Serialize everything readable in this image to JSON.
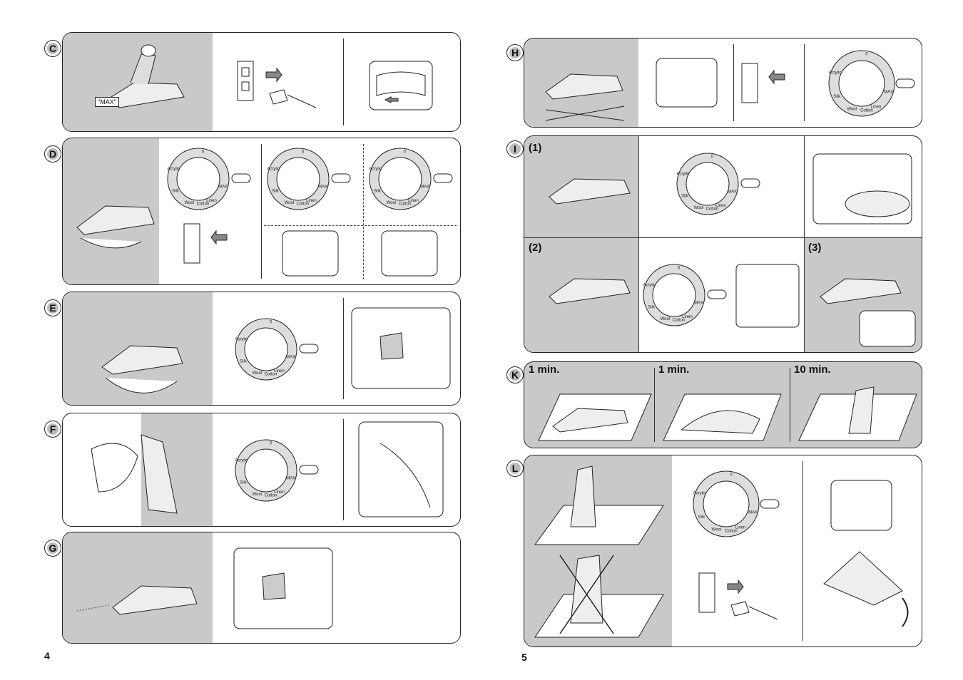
{
  "pages": {
    "left": "4",
    "right": "5"
  },
  "sections": {
    "C": {
      "letter": "C",
      "max_label": "\"MAX\""
    },
    "D": {
      "letter": "D"
    },
    "E": {
      "letter": "E"
    },
    "F": {
      "letter": "F"
    },
    "G": {
      "letter": "G"
    },
    "H": {
      "letter": "H"
    },
    "I": {
      "letter": "I",
      "step1": "(1)",
      "step2": "(2)",
      "step3": "(3)"
    },
    "K": {
      "letter": "K",
      "times": [
        "1 min.",
        "1 min.",
        "10 min."
      ]
    },
    "L": {
      "letter": "L"
    }
  },
  "dial_labels": {
    "off": "0",
    "acrylic": "Acrylic",
    "silk": "Silk",
    "wool": "Wool",
    "cotton": "Cotton",
    "linen": "Linen",
    "max": "MAX"
  },
  "icons": [
    "iron-illustration",
    "wall-outlet-icon",
    "power-plug-icon",
    "arrow-icon",
    "temperature-dial-icon",
    "steam-selector-icon",
    "water-tank-icon",
    "ironing-board-icon"
  ],
  "colors": {
    "panel_gray": "#c9c9c9",
    "line": "#222222"
  }
}
